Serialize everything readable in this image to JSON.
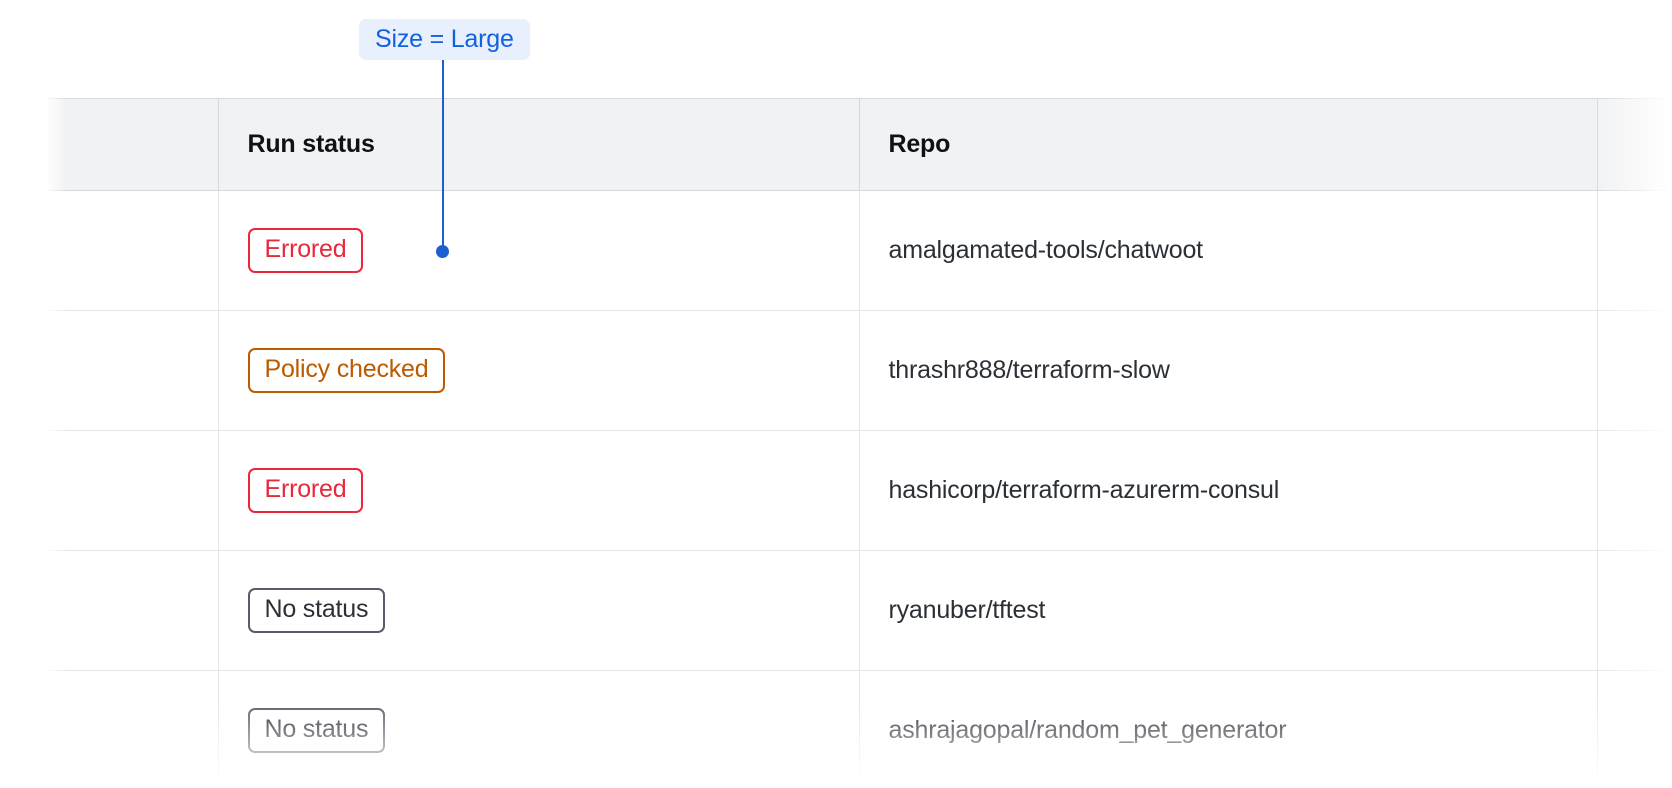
{
  "callout": {
    "label": "Size = Large",
    "accent_color": "#1162e0",
    "background_color": "#e8effd",
    "anchor_color": "#1c5fd4"
  },
  "table": {
    "columns": [
      {
        "key": "lead",
        "label": ""
      },
      {
        "key": "status",
        "label": "Run status"
      },
      {
        "key": "repo",
        "label": "Repo"
      },
      {
        "key": "tail",
        "label": ""
      }
    ],
    "header_background": "#f1f2f3",
    "rows": [
      {
        "status": "Errored",
        "status_variant": "errored",
        "status_color": "#e8293b",
        "repo": "amalgamated-tools/chatwoot"
      },
      {
        "status": "Policy checked",
        "status_variant": "policy-checked",
        "status_color": "#bc5a00",
        "repo": "thrashr888/terraform-slow"
      },
      {
        "status": "Errored",
        "status_variant": "errored",
        "status_color": "#e8293b",
        "repo": "hashicorp/terraform-azurerm-consul"
      },
      {
        "status": "No status",
        "status_variant": "no-status",
        "status_color": "#565c68",
        "repo": "ryanuber/tftest"
      },
      {
        "status": "No status",
        "status_variant": "no-status",
        "status_color": "#565c68",
        "repo": "ashrajagopal/random_pet_generator"
      }
    ]
  }
}
